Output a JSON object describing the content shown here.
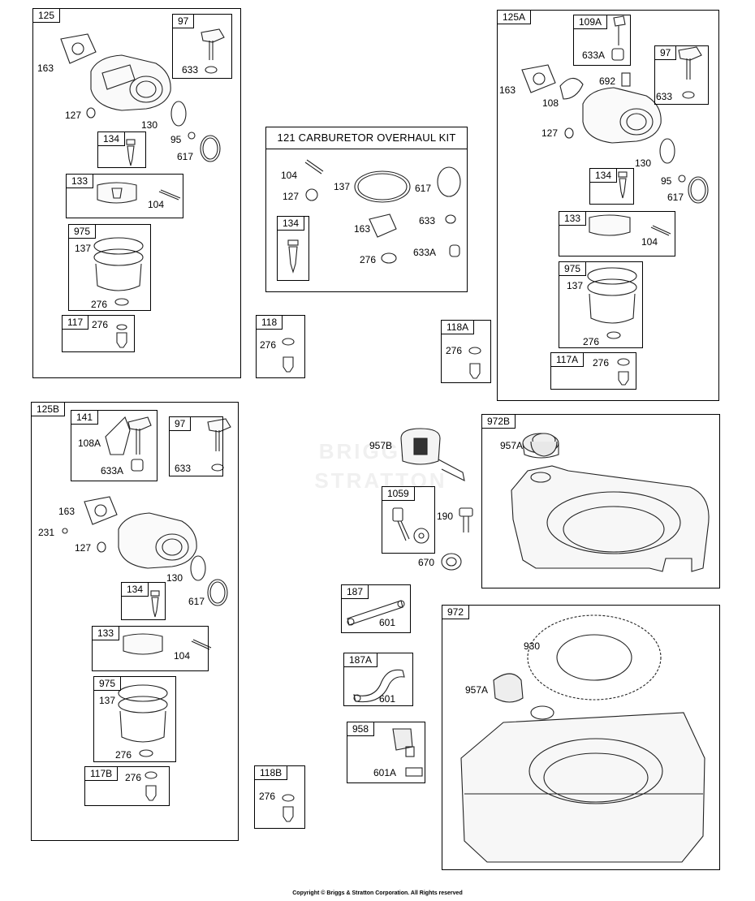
{
  "watermark": "BRIGGS & STRATTON",
  "copyright": "Copyright © Briggs & Stratton Corporation. All Rights reserved",
  "box_125": {
    "tag": "125",
    "l163": "163",
    "l127": "127",
    "l130": "130",
    "l95": "95",
    "l617": "617",
    "sub97": {
      "tag": "97",
      "l633": "633"
    },
    "sub134": {
      "tag": "134"
    },
    "sub133": {
      "tag": "133",
      "l104": "104"
    },
    "sub975": {
      "tag": "975",
      "l137": "137",
      "l276": "276"
    },
    "sub117": {
      "tag": "117",
      "l276": "276"
    }
  },
  "kit121": {
    "title": "121 CARBURETOR OVERHAUL KIT",
    "l104": "104",
    "l127": "127",
    "l137": "137",
    "l617": "617",
    "l163": "163",
    "l633": "633",
    "l276": "276",
    "l633a": "633A",
    "sub134": {
      "tag": "134"
    }
  },
  "box_118": {
    "tag": "118",
    "l276": "276"
  },
  "box_118a": {
    "tag": "118A",
    "l276": "276"
  },
  "box_125a": {
    "tag": "125A",
    "l163": "163",
    "l108": "108",
    "l692": "692",
    "l127": "127",
    "l130": "130",
    "l95": "95",
    "l617": "617",
    "sub109a": {
      "tag": "109A",
      "l633a": "633A"
    },
    "sub97": {
      "tag": "97",
      "l633": "633"
    },
    "sub134": {
      "tag": "134"
    },
    "sub133": {
      "tag": "133",
      "l104": "104"
    },
    "sub975": {
      "tag": "975",
      "l137": "137",
      "l276": "276"
    },
    "sub117a": {
      "tag": "117A",
      "l276": "276"
    }
  },
  "box_125b": {
    "tag": "125B",
    "l163": "163",
    "l231": "231",
    "l127": "127",
    "l130": "130",
    "l617": "617",
    "sub141": {
      "tag": "141",
      "l108a": "108A",
      "l633a": "633A"
    },
    "sub97": {
      "tag": "97",
      "l633": "633"
    },
    "sub134": {
      "tag": "134"
    },
    "sub133": {
      "tag": "133",
      "l104": "104"
    },
    "sub975": {
      "tag": "975",
      "l137": "137",
      "l276": "276"
    },
    "sub117b": {
      "tag": "117B",
      "l276": "276"
    }
  },
  "box_118b": {
    "tag": "118B",
    "l276": "276"
  },
  "loose": {
    "l957b": "957B",
    "l190": "190",
    "l670": "670"
  },
  "box_1059": {
    "tag": "1059"
  },
  "box_187": {
    "tag": "187",
    "l601": "601"
  },
  "box_187a": {
    "tag": "187A",
    "l601": "601"
  },
  "box_958": {
    "tag": "958",
    "l601a": "601A"
  },
  "box_972b": {
    "tag": "972B",
    "l957a": "957A"
  },
  "box_972": {
    "tag": "972",
    "l930": "930",
    "l957a": "957A"
  }
}
